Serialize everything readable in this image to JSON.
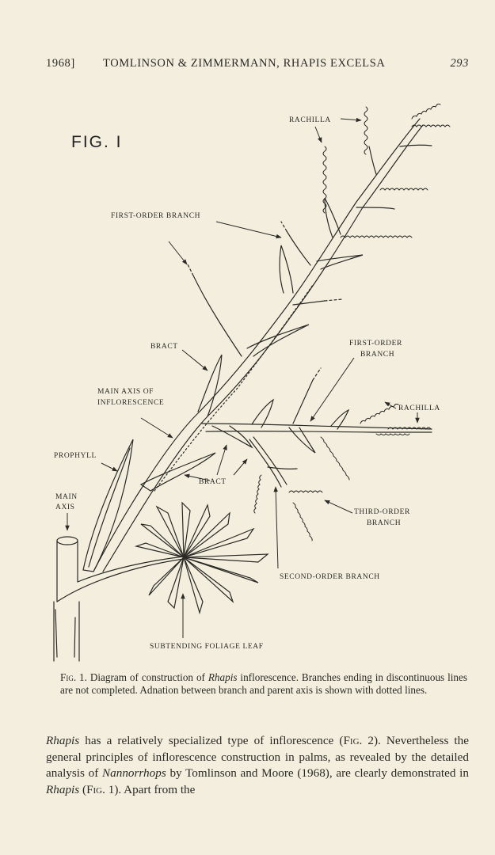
{
  "header": {
    "year": "1968]",
    "title": "TOMLINSON & ZIMMERMANN, RHAPIS EXCELSA",
    "page": "293"
  },
  "figure": {
    "label": "FIG. I",
    "labels": {
      "rachilla_top": "RACHILLA",
      "first_order_top": "FIRST-ORDER BRANCH",
      "bract_upper": "BRACT",
      "first_order_right_1": "FIRST-ORDER",
      "first_order_right_2": "BRANCH",
      "rachilla_right": "RACHILLA",
      "main_axis_inflo_1": "MAIN AXIS OF",
      "main_axis_inflo_2": "INFLORESCENCE",
      "prophyll": "PROPHYLL",
      "bract_lower": "BRACT",
      "main_axis_1": "MAIN",
      "main_axis_2": "AXIS",
      "third_order_1": "THIRD-ORDER",
      "third_order_2": "BRANCH",
      "second_order": "SECOND-ORDER BRANCH",
      "subtending_leaf": "SUBTENDING FOLIAGE LEAF"
    }
  },
  "caption": {
    "fig_ref": "Fig. 1.",
    "part1": " Diagram of construction of ",
    "genus": "Rhapis",
    "part2": " inflorescence. Branches ending in discontinuous lines are not completed. Adnation between branch and parent axis is shown with dotted lines."
  },
  "body": {
    "genus1": "Rhapis",
    "t1": " has a relatively specialized type of inflorescence (",
    "fig2": "Fig. 2",
    "t2": "). Nevertheless the general principles of inflorescence construction in palms, as revealed by the detailed analysis of ",
    "genus2": "Nannorrhops",
    "t3": " by Tomlinson and Moore (1968), are clearly demonstrated in ",
    "genus3": "Rhapis",
    "t4": " (",
    "fig1": "Fig. 1",
    "t5": "). Apart from the"
  }
}
